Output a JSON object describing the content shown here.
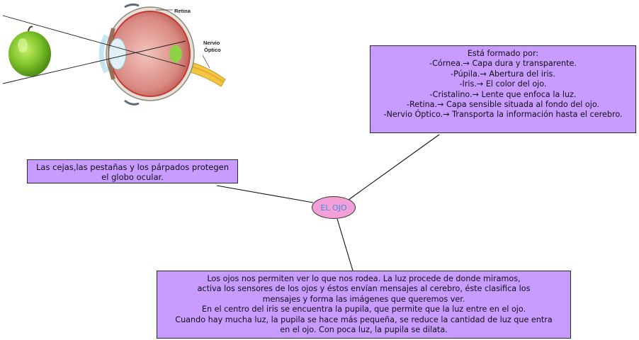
{
  "center": {
    "label": "EL OJO"
  },
  "structure_box": {
    "lines": [
      "Está formado por:",
      "-Córnea.→ Capa dura y transparente.",
      "-Púpila.→ Abertura del iris.",
      "-Iris.→ El color del ojo.",
      "-Cristalino.→ Lente que enfoca la luz.",
      "-Retina.→ Capa sensible situada al fondo del ojo.",
      "-Nervio Óptico.→ Transporta la información hasta el cerebro."
    ]
  },
  "protection_box": {
    "lines": [
      "Las cejas,las pestañas y los párpados protegen",
      "el globo ocular."
    ]
  },
  "function_box": {
    "lines": [
      "Los ojos nos permiten ver lo que nos rodea. La luz procede de donde miramos,",
      "activa los sensores de los ojos y éstos envían mensajes al cerebro, éste clasifica los",
      "mensajes y forma las imágenes que queremos ver.",
      "En el centro del iris se encuentra la pupila, que permite que la luz entre en el ojo.",
      "Cuando hay mucha luz, la pupila se hace más pequeña, se reduce la cantidad de luz que entra",
      "en el ojo. Con poca luz, la pupila se dilata."
    ]
  },
  "illustration": {
    "label_retina": "Retina",
    "label_nerve_line1": "Nervio",
    "label_nerve_line2": "Óptico"
  },
  "colors": {
    "box_fill": "#c79bff",
    "center_fill": "#f59fd8",
    "center_text": "#3a8fe0",
    "connector": "#111111"
  }
}
